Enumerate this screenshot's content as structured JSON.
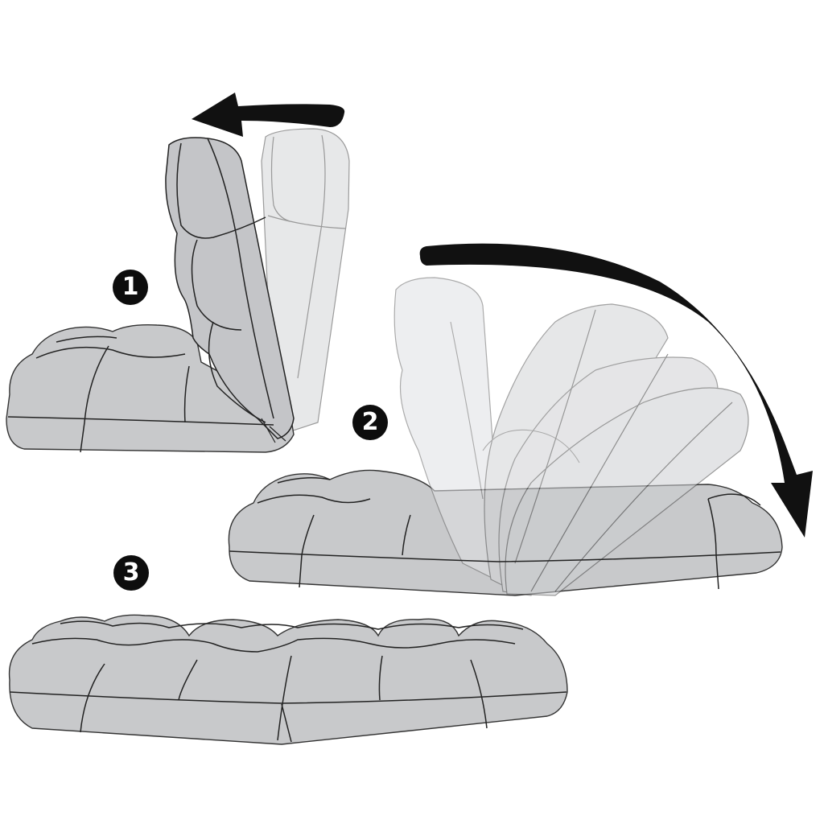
{
  "figure": {
    "subject": "Folding floor chair recline / fold-flat sequence",
    "colors": {
      "cushion_fill": "#c8c9cb",
      "cushion_fill_faded": "#dedfe2",
      "outline": "#222222",
      "outline_faded": "#777777",
      "arrow": "#111111",
      "badge_bg": "#0d0d0d",
      "badge_text": "#ffffff",
      "background": "#ffffff"
    },
    "steps": [
      {
        "number": "1",
        "description": "Upright chair; backrest tilted back (arrow pointing left)"
      },
      {
        "number": "2",
        "description": "Backrest rotating forward/down through multiple positions (curved arrow)"
      },
      {
        "number": "3",
        "description": "Chair fully flattened into a long mat"
      }
    ],
    "arrows": [
      {
        "id": "arrow-recline-left",
        "direction": "left"
      },
      {
        "id": "arrow-fold-down",
        "direction": "clockwise-down"
      }
    ]
  }
}
